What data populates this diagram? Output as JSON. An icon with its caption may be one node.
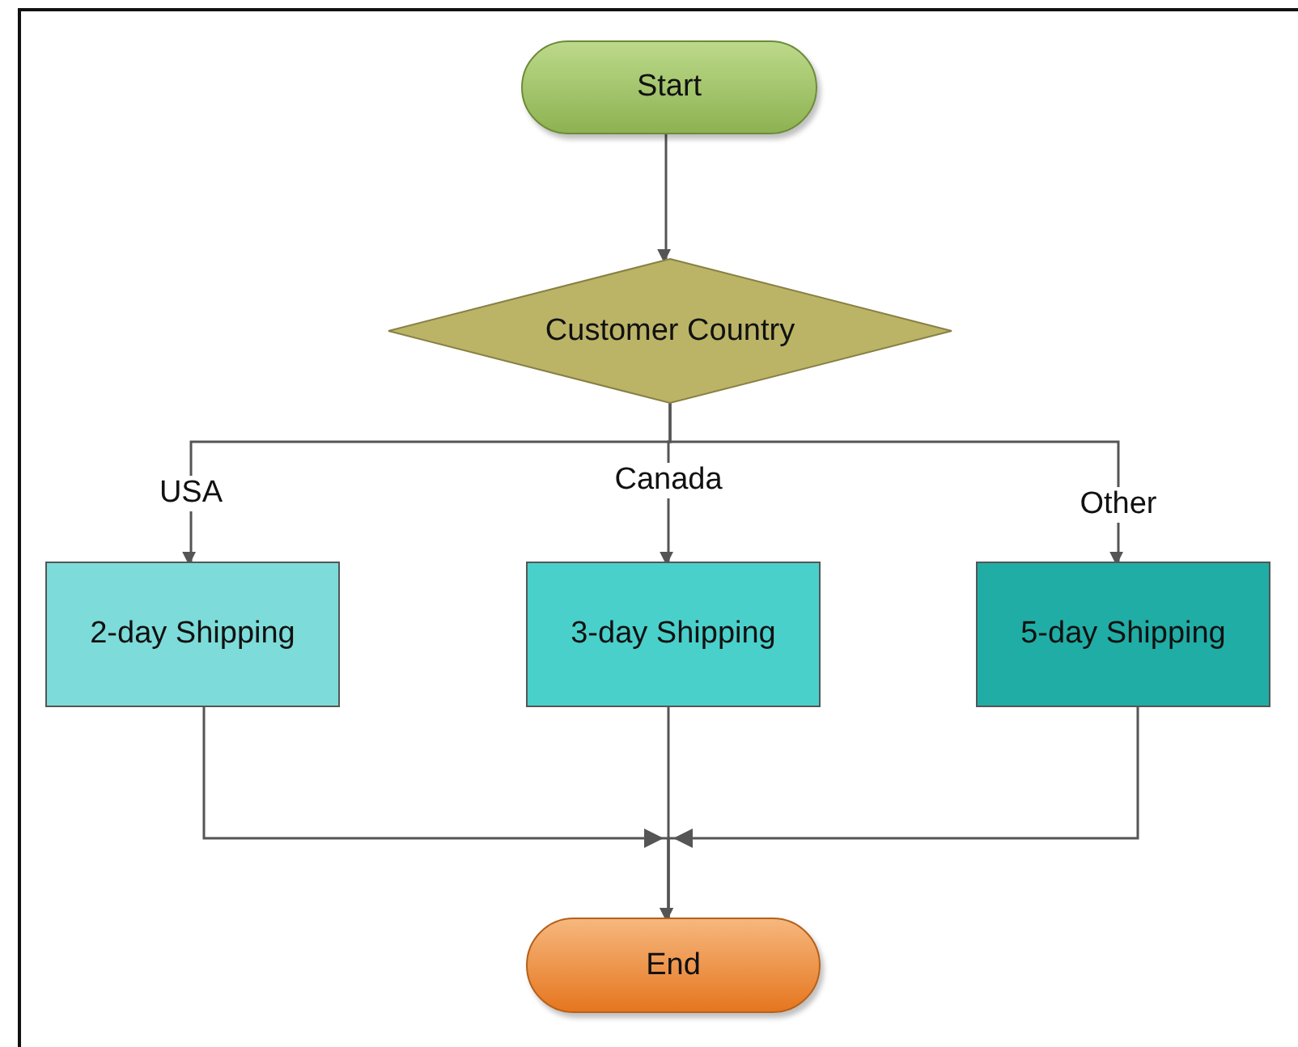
{
  "diagram": {
    "nodes": [
      {
        "text": [
          "Start"
        ]
      },
      {
        "text": [
          "Customer Country"
        ]
      },
      {
        "text": [
          "2-day Shipping"
        ]
      },
      {
        "text": [
          "3-day Shipping"
        ]
      },
      {
        "text": [
          "5-day Shipping"
        ]
      },
      {
        "text": [
          "End"
        ]
      }
    ],
    "edges": [
      {
        "from": 0,
        "to": 1,
        "arrow": "to"
      },
      {
        "from": 1,
        "to": 2,
        "arrow": "to",
        "label": "USA"
      },
      {
        "from": 1,
        "to": 3,
        "arrow": "to",
        "label": "Canada"
      },
      {
        "from": 1,
        "to": 4,
        "arrow": "to",
        "label": "Other"
      },
      {
        "from": 2,
        "to": 5,
        "arrow": "to"
      },
      {
        "from": 3,
        "to": 5,
        "arrow": "to"
      },
      {
        "from": 4,
        "to": 5,
        "arrow": "to"
      }
    ]
  }
}
